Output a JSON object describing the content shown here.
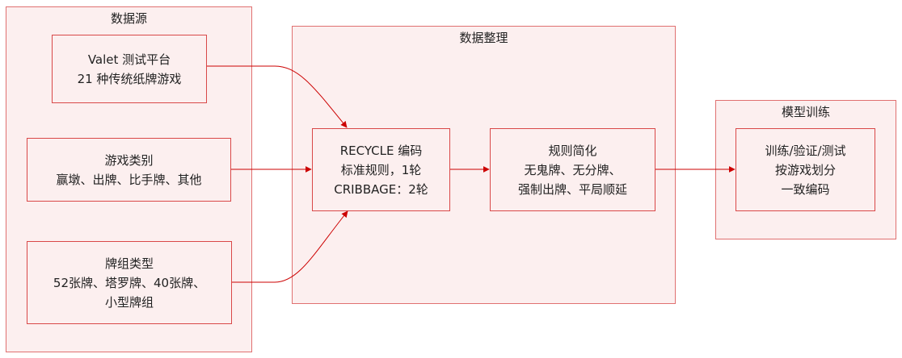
{
  "clusters": {
    "source": {
      "title": "数据源"
    },
    "processing": {
      "title": "数据整理"
    },
    "training": {
      "title": "模型训练"
    }
  },
  "nodes": {
    "valet": {
      "lines": [
        "Valet 测试平台",
        "21 种传统纸牌游戏"
      ]
    },
    "game_category": {
      "lines": [
        "游戏类别",
        "赢墩、出牌、比手牌、其他"
      ]
    },
    "deck_type": {
      "lines": [
        "牌组类型",
        "52张牌、塔罗牌、40张牌、",
        "小型牌组"
      ]
    },
    "recycle": {
      "lines": [
        "RECYCLE 编码",
        "标准规则，1轮",
        "CRIBBAGE：2轮"
      ]
    },
    "simplify": {
      "lines": [
        "规则简化",
        "无鬼牌、无分牌、",
        "强制出牌、平局顺延"
      ]
    },
    "split": {
      "lines": [
        "训练/验证/测试",
        "按游戏划分",
        "一致编码"
      ]
    }
  },
  "colors": {
    "edge": "#cc0000",
    "border": "#e07070",
    "fill": "#fcefef"
  }
}
